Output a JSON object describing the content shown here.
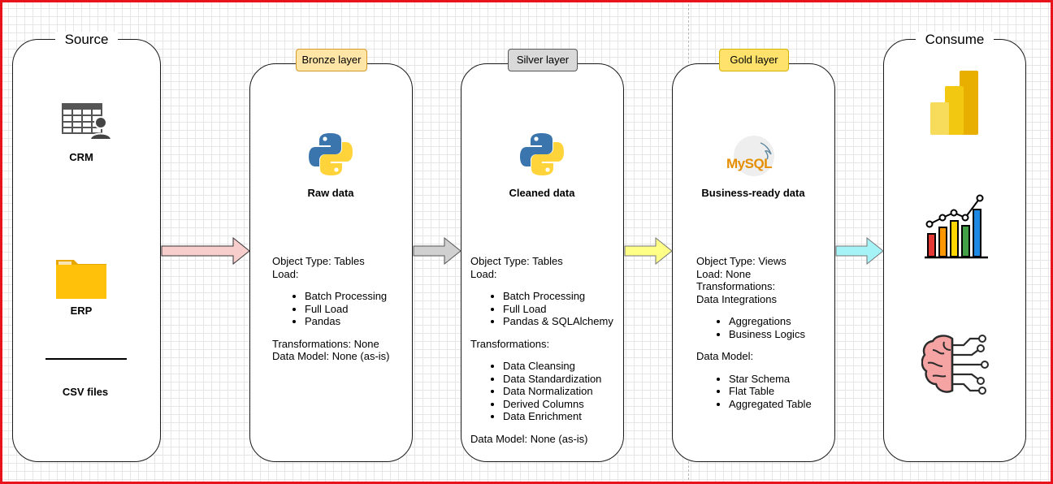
{
  "source": {
    "title": "Source",
    "items": [
      {
        "label": "CRM",
        "icon": "table-user-icon"
      },
      {
        "label": "ERP",
        "icon": "folder-icon"
      },
      {
        "label": "CSV files",
        "icon": "csv-line"
      }
    ]
  },
  "bronze": {
    "tag": "Bronze layer",
    "tag_color": "#ffe5a6",
    "icon": "python-icon",
    "subtitle": "Raw data",
    "object_type": "Object Type: Tables",
    "load_label": "Load:",
    "load_items": [
      "Batch Processing",
      "Full Load",
      "Pandas"
    ],
    "transformations": "Transformations: None",
    "data_model": "Data Model: None (as-is)"
  },
  "silver": {
    "tag": "Silver layer",
    "tag_color": "#d9d9d9",
    "icon": "python-icon",
    "subtitle": "Cleaned data",
    "object_type": "Object Type: Tables",
    "load_label": "Load:",
    "load_items": [
      "Batch Processing",
      "Full Load",
      "Pandas & SQLAlchemy"
    ],
    "transformations_label": "Transformations:",
    "transformation_items": [
      "Data Cleansing",
      "Data Standardization",
      "Data Normalization",
      "Derived Columns",
      "Data Enrichment"
    ],
    "data_model": "Data Model: None (as-is)"
  },
  "gold": {
    "tag": "Gold layer",
    "tag_color": "#ffe26b",
    "icon": "mysql-icon",
    "icon_text": "MySQL",
    "subtitle": "Business-ready data",
    "object_type": "Object Type: Views",
    "load": "Load: None",
    "transformations_label": "Transformations:",
    "data_integrations": "Data Integrations",
    "transformation_items": [
      "Aggregations",
      "Business Logics"
    ],
    "data_model_label": "Data Model:",
    "data_model_items": [
      "Star Schema",
      "Flat Table",
      "Aggregated Table"
    ]
  },
  "consume": {
    "title": "Consume",
    "icons": [
      "power-bi-icon",
      "bar-chart-icon",
      "ai-brain-icon"
    ]
  },
  "arrows": [
    {
      "from": "source",
      "to": "bronze",
      "color": "#f8cecc"
    },
    {
      "from": "bronze",
      "to": "silver",
      "color": "#d0d0d0"
    },
    {
      "from": "silver",
      "to": "gold",
      "color": "#ffff88"
    },
    {
      "from": "gold",
      "to": "consume",
      "color": "#a5f3f7"
    }
  ]
}
